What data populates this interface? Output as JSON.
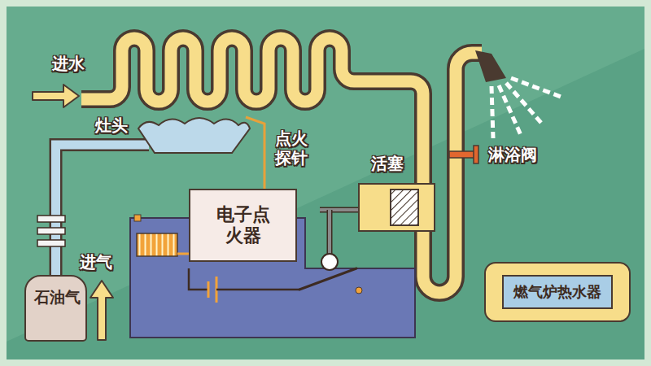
{
  "diagram": {
    "nodes": [
      {
        "text": [
          "灶头"
        ]
      },
      {
        "text": [
          "活塞"
        ]
      },
      {
        "text": [
          "电子点火器"
        ]
      },
      {
        "text": [
          "燃气炉热水器"
        ]
      },
      {
        "text": [
          "石油气"
        ]
      }
    ],
    "edges": [
      {
        "from": 4,
        "to": 0,
        "arrow": "none"
      },
      {
        "from": 2,
        "to": 0,
        "arrow": "none"
      }
    ],
    "labels": [
      "进水",
      "点火探针",
      "淋浴阀",
      "进气"
    ]
  }
}
